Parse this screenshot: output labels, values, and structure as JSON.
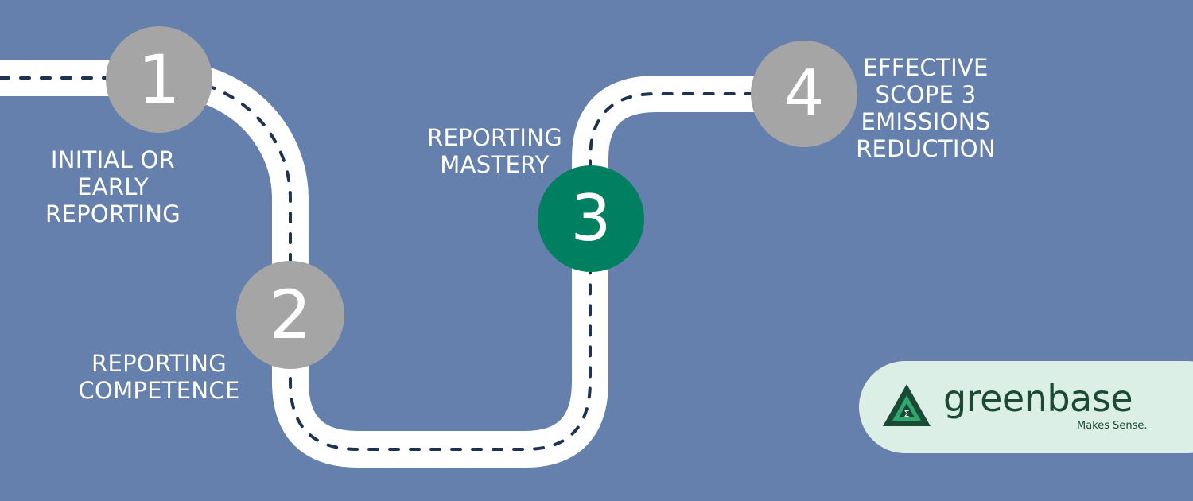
{
  "colors": {
    "background": "#6680ad",
    "road": "#ffffff",
    "road_dash": "#1e3352",
    "step_inactive": "#a5a5a5",
    "step_active": "#008060",
    "label_text": "#ffffff",
    "logo_pill": "#dcefe6",
    "logo_text": "#1a4a34",
    "logo_accent": "#2fa870"
  },
  "steps": [
    {
      "number": "1",
      "label_lines": [
        "INITIAL OR",
        "EARLY",
        "REPORTING"
      ],
      "state": "inactive"
    },
    {
      "number": "2",
      "label_lines": [
        "REPORTING",
        "COMPETENCE"
      ],
      "state": "inactive"
    },
    {
      "number": "3",
      "label_lines": [
        "REPORTING",
        "MASTERY"
      ],
      "state": "active"
    },
    {
      "number": "4",
      "label_lines": [
        "EFFECTIVE",
        "SCOPE 3",
        "EMISSIONS",
        "REDUCTION"
      ],
      "state": "inactive"
    }
  ],
  "logo": {
    "icon": "greenbase-triangle-logo-icon",
    "wordmark": "greenbase",
    "tagline": "Makes Sense."
  }
}
